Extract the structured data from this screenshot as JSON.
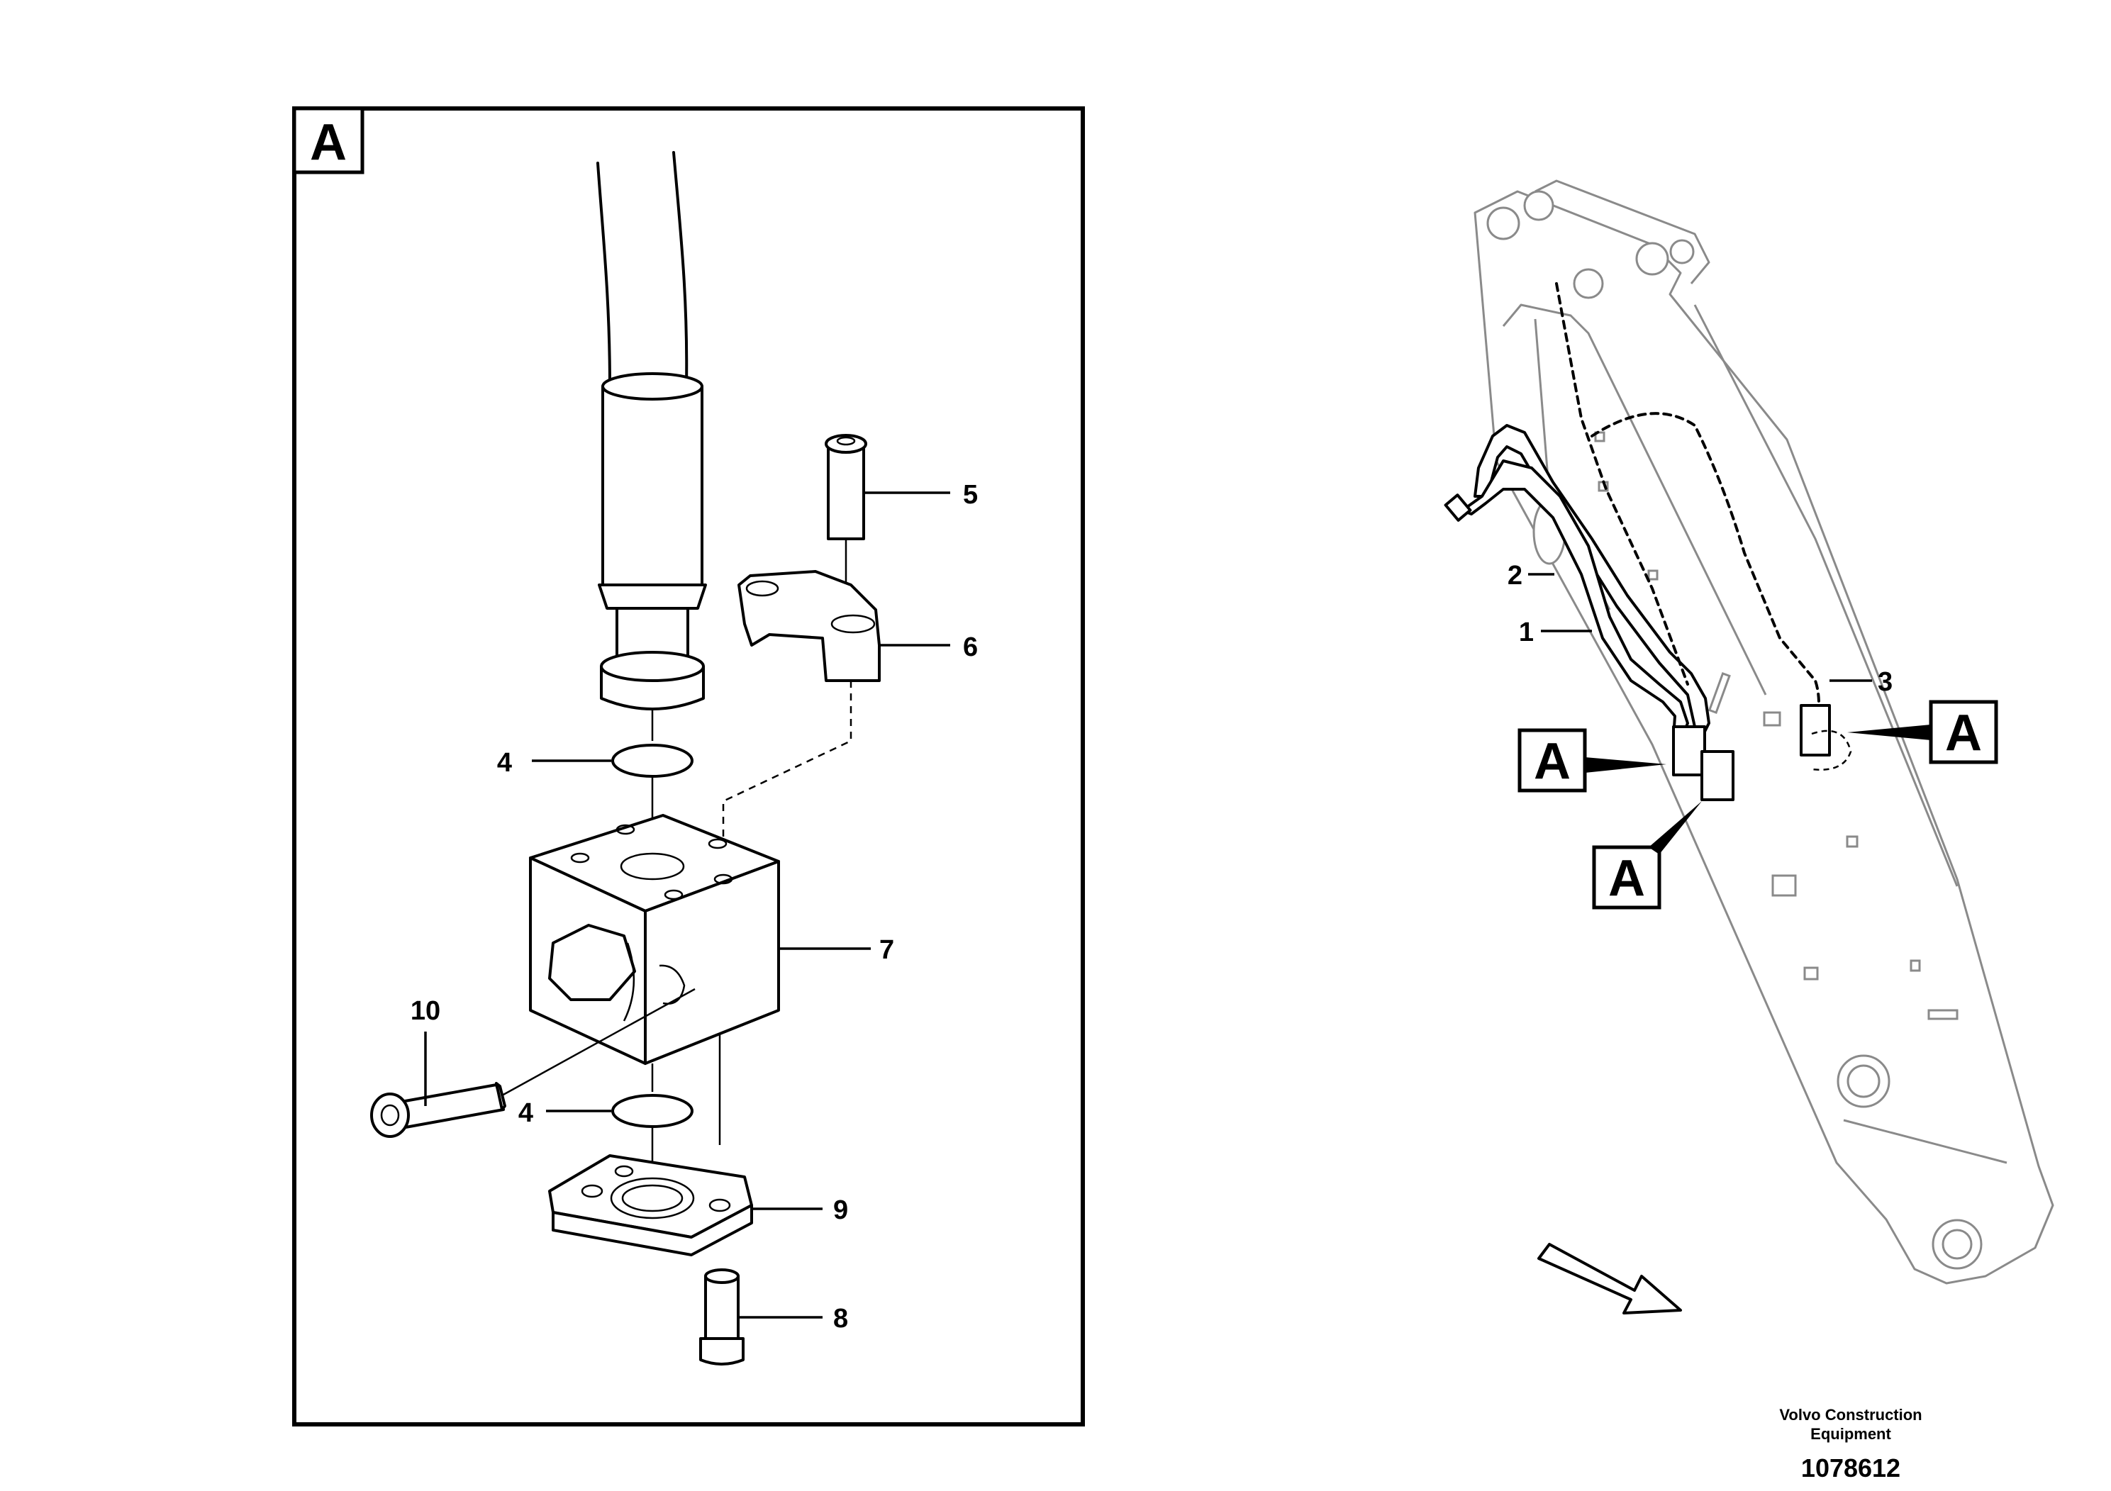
{
  "detail": {
    "view_label": "A",
    "callouts": {
      "c4_top": "4",
      "c4_bottom": "4",
      "c5": "5",
      "c6": "6",
      "c7": "7",
      "c8": "8",
      "c9": "9",
      "c10": "10"
    }
  },
  "overview": {
    "callouts": {
      "c1": "1",
      "c2": "2",
      "c3": "3"
    },
    "view_marker": "A"
  },
  "footer": {
    "company_line1": "Volvo Construction",
    "company_line2": "Equipment",
    "drawing_number": "1078612"
  }
}
